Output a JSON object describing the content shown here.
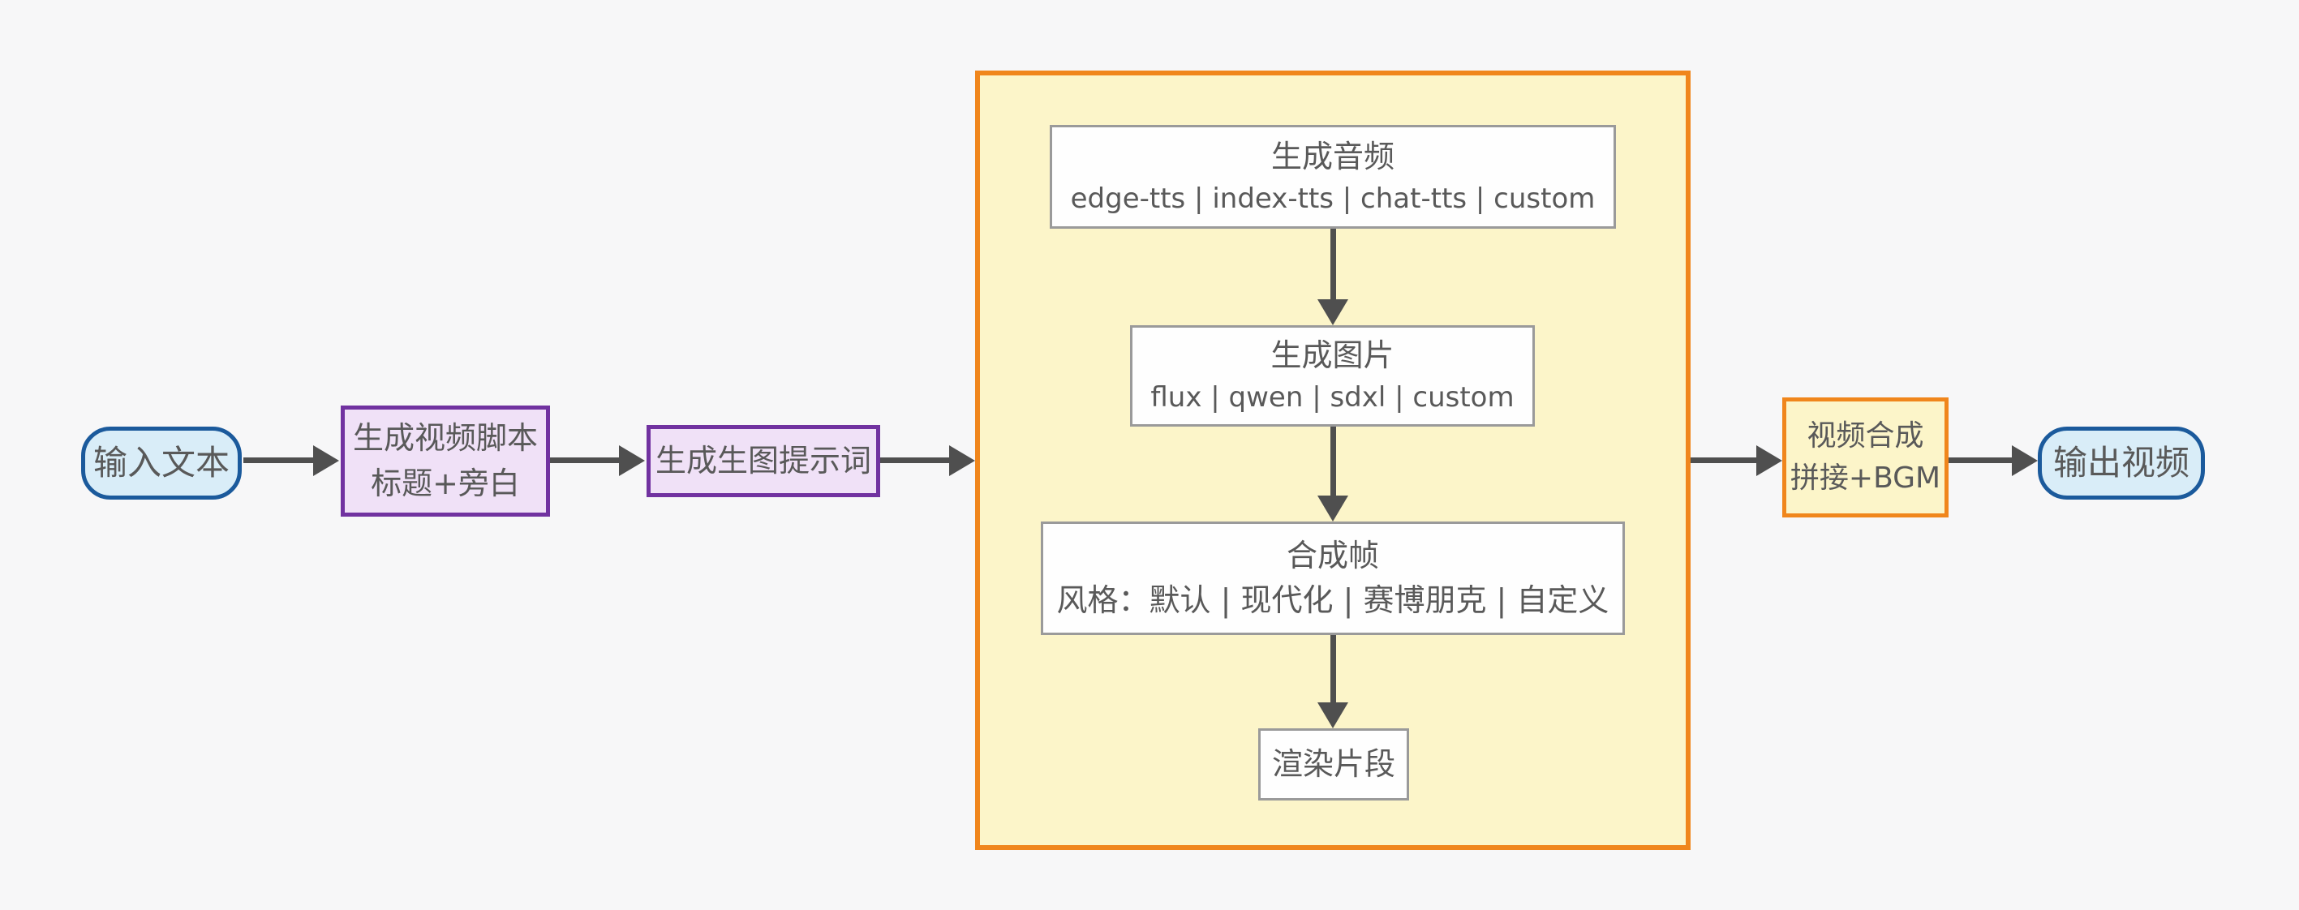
{
  "diagram": {
    "title": "text-to-video generation pipeline flowchart",
    "nodes": {
      "input": {
        "label": "输入文本"
      },
      "script": {
        "line1": "生成视频脚本",
        "line2": "标题+旁白"
      },
      "prompt": {
        "label": "生成生图提示词"
      },
      "audio": {
        "line1": "生成音频",
        "line2": "edge-tts | index-tts | chat-tts | custom"
      },
      "image": {
        "line1": "生成图片",
        "line2": "flux | qwen | sdxl | custom"
      },
      "frames": {
        "line1": "合成帧",
        "line2": "风格：默认 | 现代化 | 赛博朋克 | 自定义"
      },
      "render": {
        "label": "渲染片段"
      },
      "compose": {
        "line1": "视频合成",
        "line2": "拼接+BGM"
      },
      "output": {
        "label": "输出视频"
      }
    },
    "palette": {
      "background": "#f7f7f8",
      "terminal_fill": "#d9edf8",
      "terminal_border": "#1b5a9c",
      "process_fill": "#f0e1f7",
      "process_border": "#7132a0",
      "container_fill": "#fcf5c9",
      "container_border": "#f0861c",
      "substep_fill": "#fefefe",
      "substep_border": "#9a9a9a",
      "arrow": "#4f4f4f",
      "text": "#595959"
    }
  }
}
